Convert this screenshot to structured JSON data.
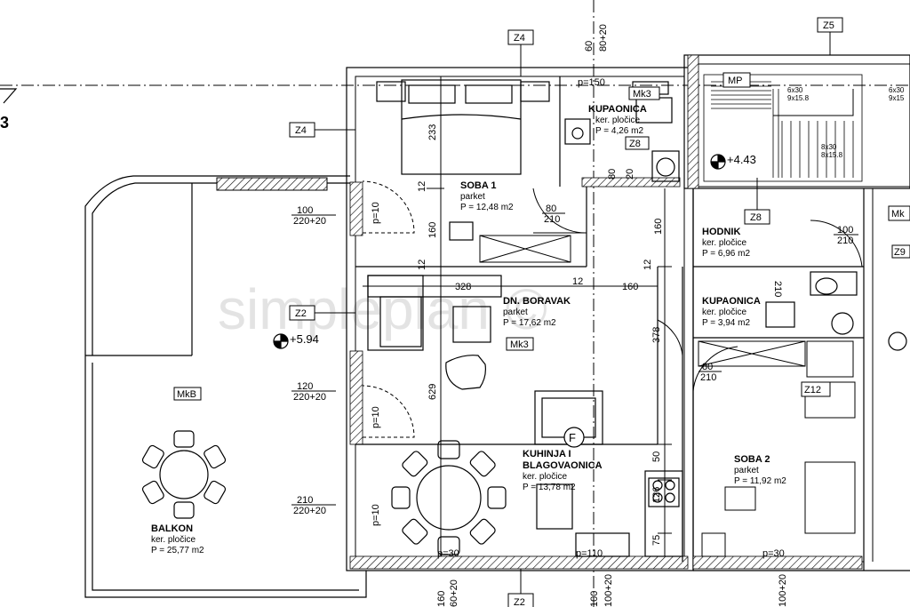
{
  "colors": {
    "line": "#000000",
    "background": "#ffffff",
    "watermark": "#e3e3e3"
  },
  "watermark": "simpleplan ©",
  "rooms": {
    "soba1": {
      "name": "SOBA 1",
      "finish": "parket",
      "area": "P = 12,48 m2"
    },
    "kupaonica1": {
      "name": "KUPAONICA",
      "finish": "ker. pločice",
      "area": "P = 4,26 m2"
    },
    "boravak": {
      "name": "DN. BORAVAK",
      "finish": "parket",
      "area": "P = 17,62 m2"
    },
    "kuhinja": {
      "name1": "KUHINJA I",
      "name2": "BLAGOVAONICA",
      "finish": "ker. pločice",
      "area": "P = 13,78 m2"
    },
    "hodnik": {
      "name": "HODNIK",
      "finish": "ker. pločice",
      "area": "P = 6,96 m2"
    },
    "kupaonica2": {
      "name": "KUPAONICA",
      "finish": "ker. pločice",
      "area": "P = 3,94 m2"
    },
    "soba2": {
      "name": "SOBA 2",
      "finish": "parket",
      "area": "P = 11,92 m2"
    },
    "balkon": {
      "name": "BALKON",
      "finish": "ker. pločice",
      "area": "P = 25,77 m2"
    }
  },
  "levels": {
    "balkon": "+5.94",
    "stair": "+4.43"
  },
  "tags": {
    "z4_top": "Z4",
    "z4_left": "Z4",
    "z5": "Z5",
    "z2_left": "Z2",
    "z2_bottom": "Z2",
    "z8_upper": "Z8",
    "z8_lower": "Z8",
    "z9": "Z9",
    "z12": "Z12",
    "mk3_bath": "Mk3",
    "mk3_living": "Mk3",
    "mkb": "MkB",
    "mp": "MP",
    "mk_right": "Mk",
    "fireplace": "F"
  },
  "dimensions": {
    "d233": "233",
    "d12a": "12",
    "d160a": "160",
    "d12b": "12",
    "d328": "328",
    "d12c": "12",
    "d160b": "160",
    "d160c": "160",
    "d12d": "12",
    "d378": "378",
    "d629": "629",
    "d50": "50",
    "d126": "126",
    "d75": "75",
    "d80v": "80",
    "d20v": "20",
    "d60": "60",
    "d8020": "80+20",
    "door_80_210_a": {
      "w": "80",
      "h": "210"
    },
    "door_80_210_b": {
      "w": "80",
      "h": "210"
    },
    "door_100_210": {
      "w": "100",
      "h": "210"
    },
    "win_100": {
      "w": "100",
      "h": "220+20"
    },
    "win_120": {
      "w": "120",
      "h": "220+20"
    },
    "win_210": {
      "w": "210",
      "h": "220+20"
    },
    "p10_a": "p=10",
    "p10_b": "p=10",
    "p10_c": "p=10",
    "p150": "p=150",
    "p30_a": "p=30",
    "p30_b": "p=30",
    "p110": "p=110",
    "b160": "160",
    "b6020": "60+20",
    "b100": "100",
    "b10020a": "100+20",
    "b10020b": "100+20",
    "d210rot": "210"
  },
  "stairs": {
    "a": "6x30",
    "b": "9x15.8",
    "c": "8x30",
    "d": "8x15.8",
    "e": "6x30",
    "f": "9x15"
  },
  "corner_mark": "3"
}
